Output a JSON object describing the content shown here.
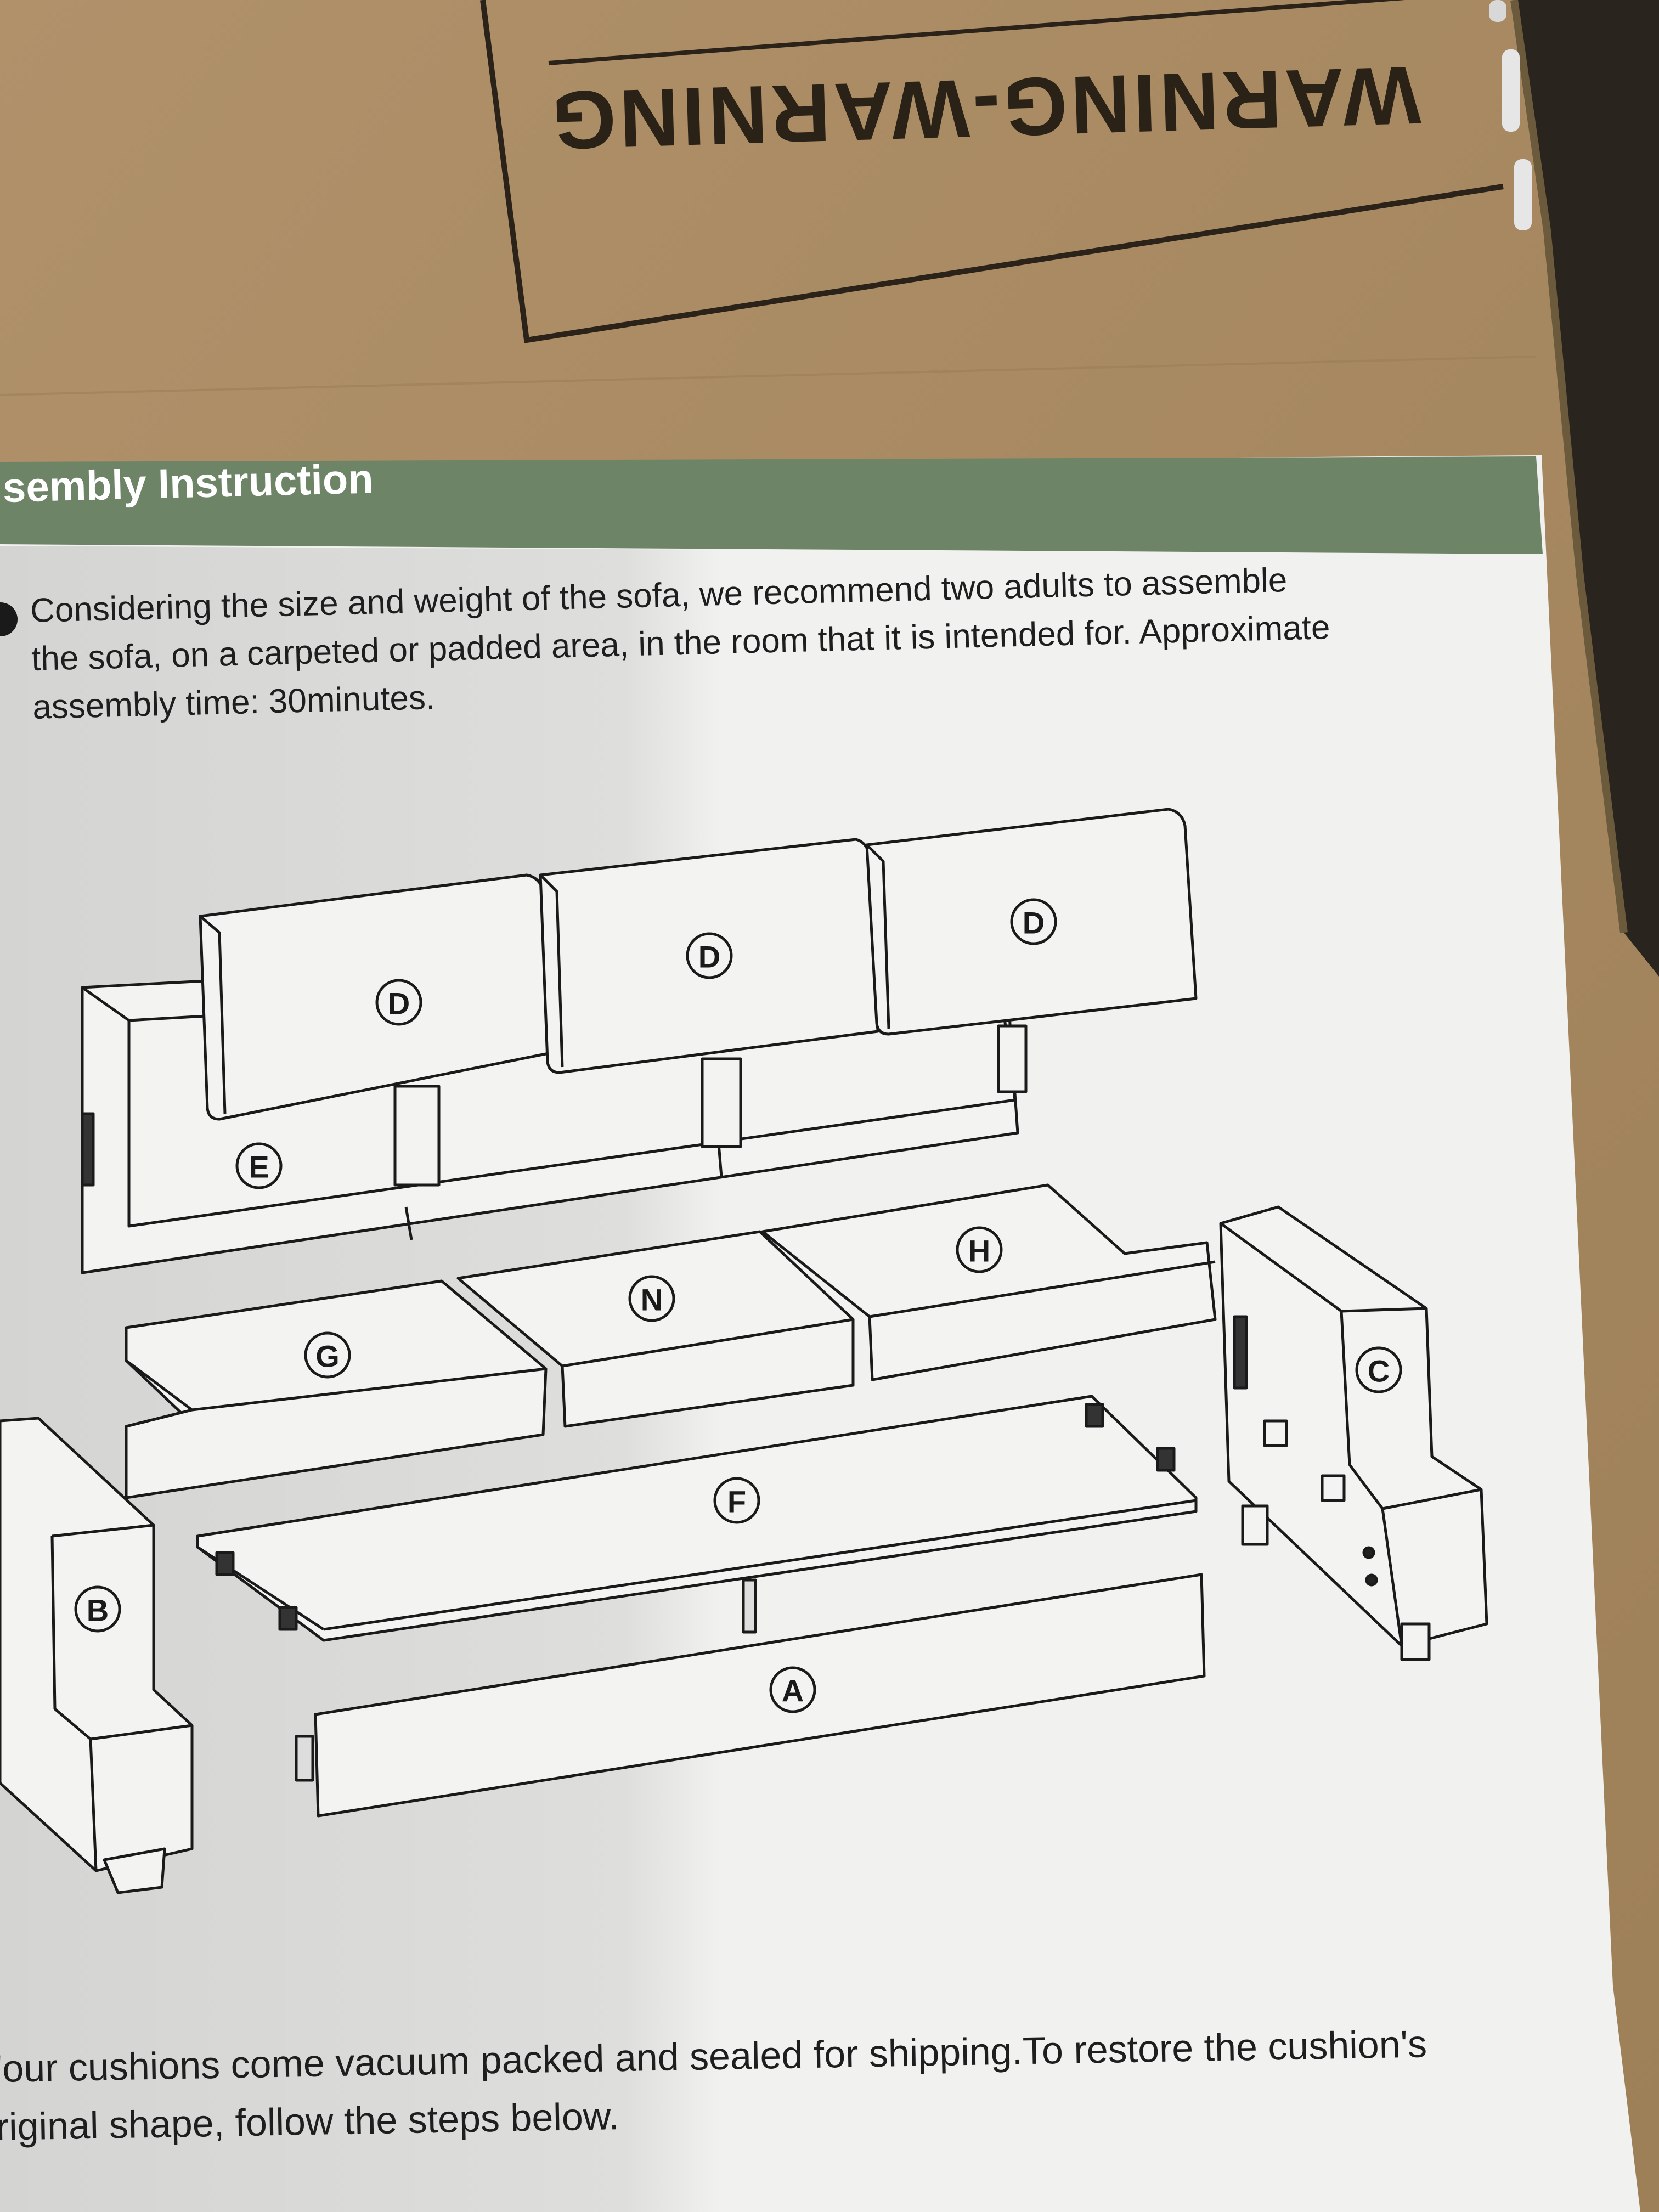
{
  "box": {
    "warning_text": "WARNING-WARNING"
  },
  "manual": {
    "header_title": "sembly Instruction",
    "intro_lines": [
      "Considering the size and weight of the sofa, we recommend two adults to assemble",
      "the sofa, on a carpeted or padded area, in the room that it is intended for. Approximate",
      "assembly time: 30minutes."
    ],
    "parts": {
      "D1": "D",
      "D2": "D",
      "D3": "D",
      "E": "E",
      "H": "H",
      "N": "N",
      "G": "G",
      "C": "C",
      "F": "F",
      "B": "B",
      "A": "A"
    },
    "note_lines": [
      "'our cushions come vacuum packed and sealed for shipping.To restore the cushion's",
      "riginal shape, follow the steps below."
    ]
  },
  "colors": {
    "cardboard": "#a88a62",
    "header_band": "#6e8466",
    "paper": "#f1f1ef",
    "ink": "#1e1e1e"
  }
}
